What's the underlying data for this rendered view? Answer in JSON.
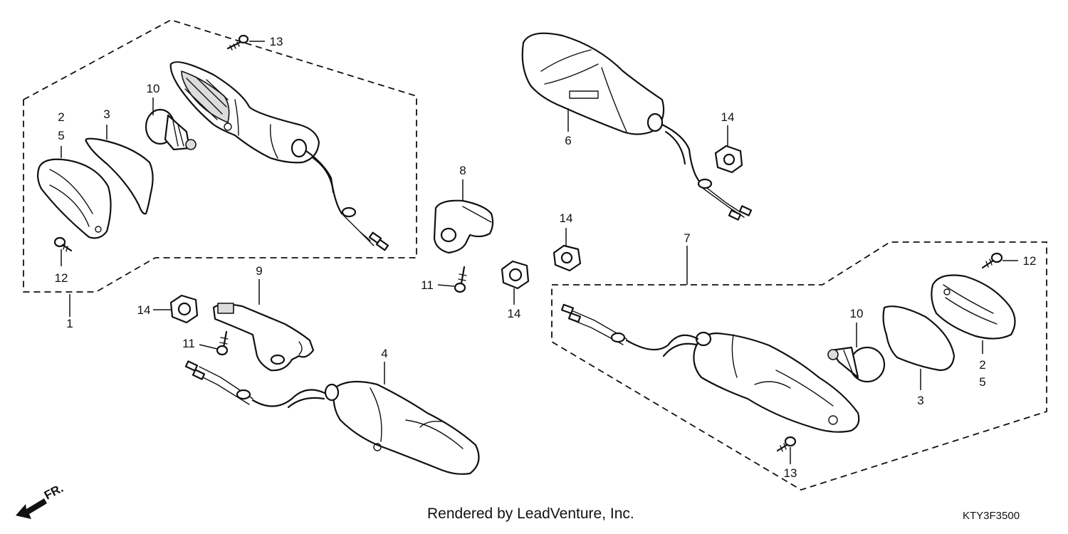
{
  "callouts": {
    "c1": "1",
    "c2a": "2",
    "c5a": "5",
    "c3a": "3",
    "c10a": "10",
    "c13a": "13",
    "c12a": "12",
    "c6": "6",
    "c14a": "14",
    "c8": "8",
    "c14b": "14",
    "c11a": "11",
    "c14c": "14",
    "c9": "9",
    "c14d": "14",
    "c11b": "11",
    "c4": "4",
    "c7": "7",
    "c12b": "12",
    "c10b": "10",
    "c2b": "2",
    "c5b": "5",
    "c3b": "3",
    "c13b": "13"
  },
  "footer": {
    "credit": "Rendered by LeadVenture, Inc.",
    "code": "KTY3F3500"
  },
  "direction": {
    "label": "FR."
  }
}
